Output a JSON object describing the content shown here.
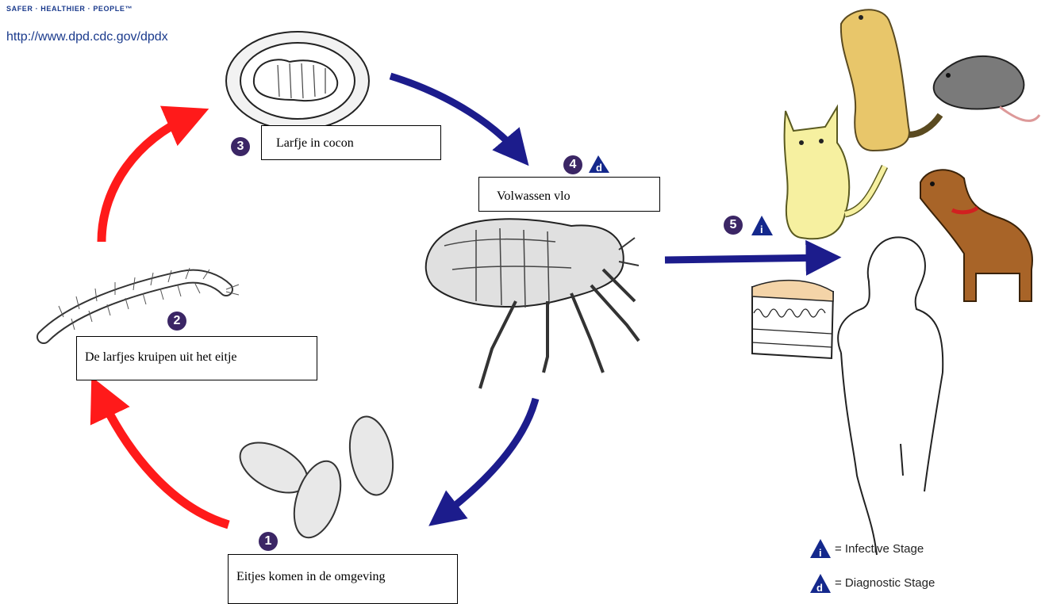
{
  "header": {
    "tagline": "SAFER · HEALTHIER · PEOPLE™",
    "url": "http://www.dpd.cdc.gov/dpdx"
  },
  "stages": [
    {
      "number": "1",
      "label": "Eitjes komen in de omgeving",
      "illustration": "eggs-icon"
    },
    {
      "number": "2",
      "label": "De larfjes kruipen uit het eitje",
      "illustration": "larva-icon"
    },
    {
      "number": "3",
      "label": "Larfje in cocon",
      "illustration": "cocoon-icon"
    },
    {
      "number": "4",
      "label": "Volwassen vlo",
      "illustration": "adult-flea-icon",
      "marker": "d"
    },
    {
      "number": "5",
      "label": "",
      "illustration": "hosts-icon",
      "marker": "i"
    }
  ],
  "hosts": [
    "prairie-dog-icon",
    "rat-icon",
    "cat-icon",
    "dog-icon",
    "human-icon",
    "skin-icon"
  ],
  "legend": {
    "infective_letter": "i",
    "infective_text": "= Infective Stage",
    "diagnostic_letter": "d",
    "diagnostic_text": "= Diagnostic Stage"
  },
  "colors": {
    "red_arrow": "#ff1a1a",
    "blue_arrow": "#1c1c8c",
    "badge": "#3b2665",
    "triangle": "#14288c",
    "header_text": "#1a3a8c"
  }
}
